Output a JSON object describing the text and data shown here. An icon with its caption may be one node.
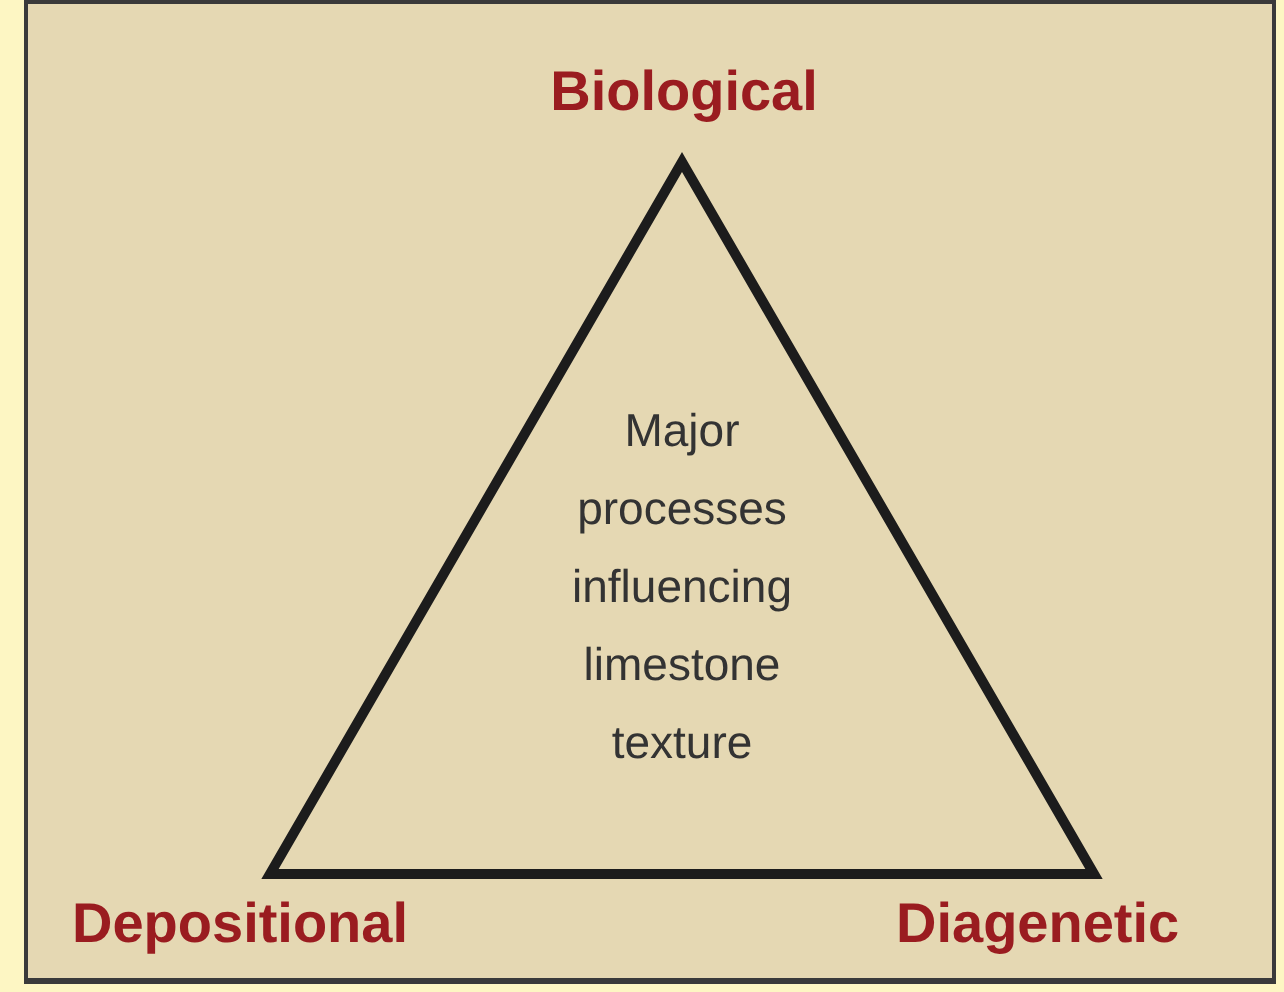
{
  "diagram": {
    "nodes": [
      {
        "text": [
          "Major processes influencing limestone texture"
        ],
        "beside": [
          "Biological",
          "Depositional",
          "Diagenetic"
        ]
      }
    ]
  }
}
